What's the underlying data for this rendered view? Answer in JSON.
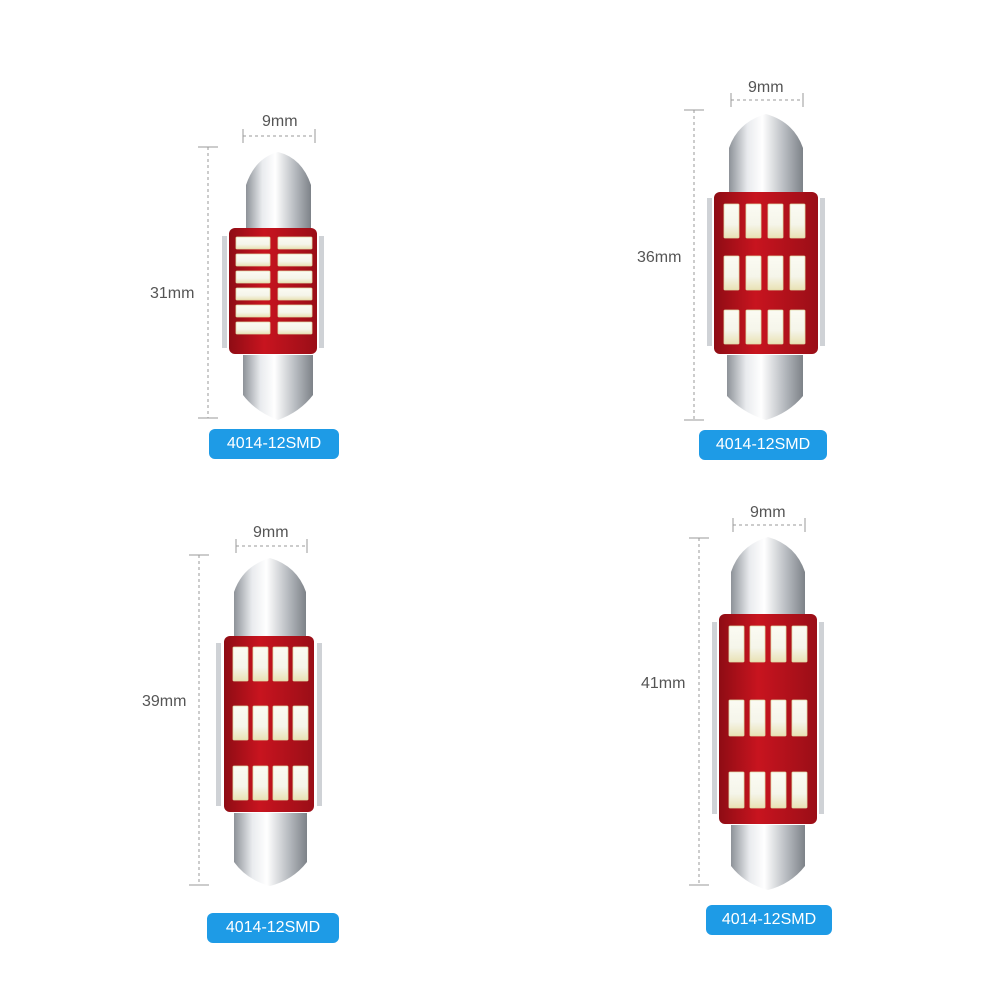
{
  "colors": {
    "badge": "#1e9be6",
    "pcb": "#b5121b",
    "led_yellow": "#f2e6a0",
    "led_white": "#fbfbf3",
    "metal": "#c9ccd0",
    "dimension_line": "#9a9a9a"
  },
  "bulbs": [
    {
      "length_label": "31mm",
      "width_label": "9mm",
      "badge_label": "4014-12SMD"
    },
    {
      "length_label": "36mm",
      "width_label": "9mm",
      "badge_label": "4014-12SMD"
    },
    {
      "length_label": "39mm",
      "width_label": "9mm",
      "badge_label": "4014-12SMD"
    },
    {
      "length_label": "41mm",
      "width_label": "9mm",
      "badge_label": "4014-12SMD"
    }
  ]
}
